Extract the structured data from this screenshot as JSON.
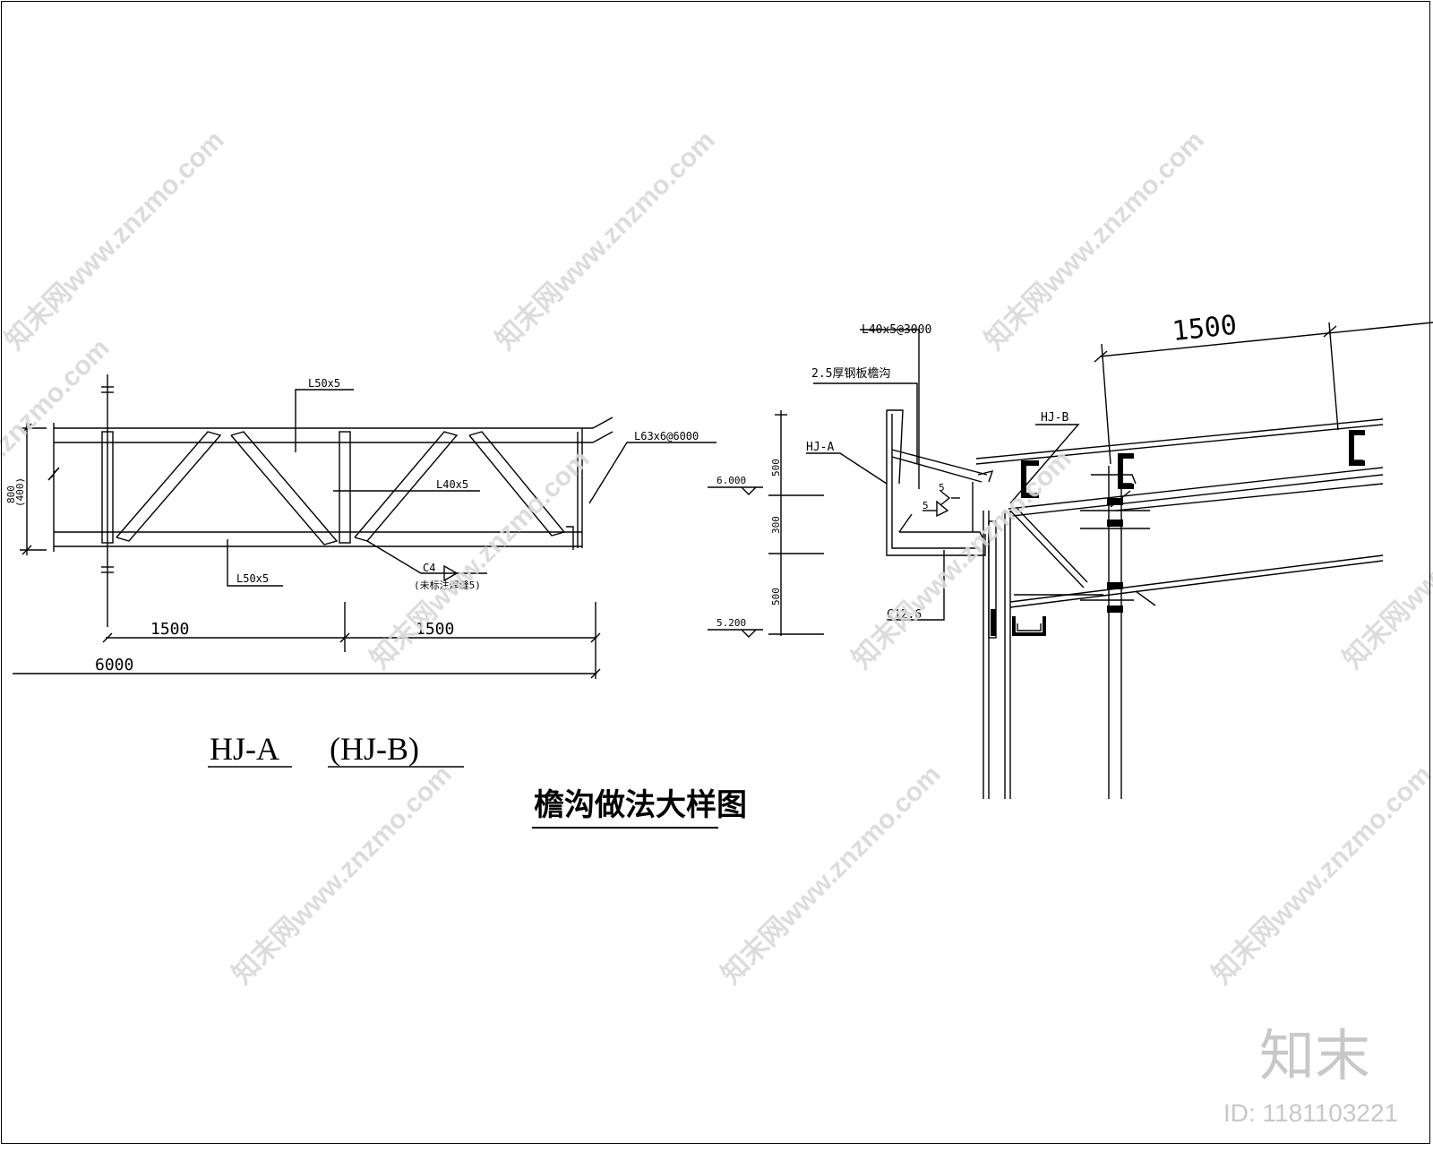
{
  "truss": {
    "label_top_chord": "L50x5",
    "label_bottom_chord": "L50x5",
    "label_web": "L40x5",
    "label_vertical": "L63x6@6000",
    "label_gusset_code": "C4",
    "label_gusset_note": "(未标注焊缝5)",
    "height_outer": "800",
    "height_inner": "(400)",
    "dim_span_1": "1500",
    "dim_span_2": "1500",
    "dim_total": "6000",
    "title_a": "HJ-A",
    "title_b": "(HJ-B)"
  },
  "gutter": {
    "label_angle": "L40x5@3000",
    "label_plate": "2.5厚钢板檐沟",
    "label_hja": "HJ-A",
    "label_hjb": "HJ-B",
    "label_channel": "C12.6",
    "label_weld_1": "5",
    "label_weld_2": "5",
    "dim_top": "500",
    "dim_mid": "300",
    "dim_bottom": "500",
    "elev_upper": "6.000",
    "elev_lower": "5.200",
    "dim_purlin": "1500"
  },
  "drawing_title": "檐沟做法大样图",
  "watermark": {
    "text": "知末网www.znzmo.com",
    "brand": "知末",
    "id": "ID: 1181103221"
  }
}
